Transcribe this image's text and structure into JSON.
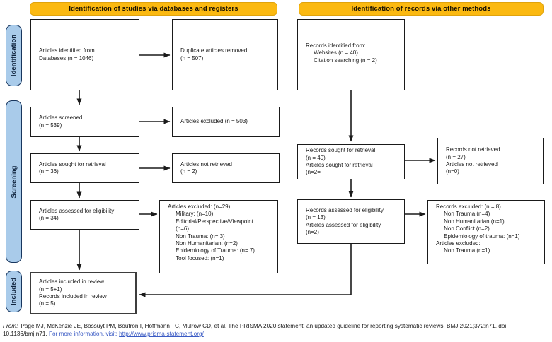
{
  "headers": {
    "databases": "Identification of studies via databases and registers",
    "other": "Identification of records via other methods"
  },
  "sidebar": {
    "identification": "Identification",
    "screening": "Screening",
    "included": "Included"
  },
  "boxes": {
    "db_identified": [
      "Articles identified from",
      "Databases (n = 1046)"
    ],
    "duplicates_removed": [
      "Duplicate articles removed",
      "(n = 507)"
    ],
    "articles_screened": [
      "Articles screened",
      "(n = 539)"
    ],
    "articles_excluded_screening": [
      "Articles excluded (n = 503)"
    ],
    "articles_sought": [
      "Articles sought for retrieval",
      "(n = 36)"
    ],
    "articles_not_retrieved": [
      "Articles not retrieved",
      "(n = 2)"
    ],
    "articles_assessed": [
      "Articles assessed for eligibility",
      "(n = 34)"
    ],
    "articles_excluded_eligibility": [
      "Articles excluded: (n=29)",
      "     Military: (n=10)",
      "     Editorial/Perspective/Viewpoint",
      "     (n=6)",
      "     Non Trauma: (n= 3)",
      "     Non Humanitarian: (n=2)",
      "     Epidemiology of Trauma: (n= 7)",
      "     Tool focused: (n=1)"
    ],
    "included_review": [
      "Articles included in review",
      "(n = 5+1)",
      "Records included in review",
      "(n = 5)"
    ],
    "records_identified": [
      "Records identified from:",
      "     Websites (n = 40)",
      "     Citation searching (n = 2)"
    ],
    "records_sought": [
      "Records sought for retrieval",
      "(n = 40)",
      "Articles sought for retrieval",
      "(n=2="
    ],
    "records_not_retrieved": [
      "Records not retrieved",
      "(n = 27)",
      "Articles not retrieved",
      "(n=0)"
    ],
    "records_assessed": [
      "Records assessed for eligibility",
      "(n = 13)",
      "Articles assessed for eligibility",
      "(n=2)"
    ],
    "records_excluded": [
      "Records excluded: (n = 8)",
      "     Non Trauma (n=4)",
      "     Non Humanitarian (n=1)",
      "     Non Conflict (n=2)",
      "     Epidemiology of trauma: (n=1)",
      "Articles excluded:",
      "     Non Trauma (n=1)"
    ]
  },
  "footer": {
    "from_label": "From:",
    "citation": "Page MJ, McKenzie JE, Bossuyt PM, Boutron I, Hoffmann TC, Mulrow CD, et al. The PRISMA 2020 statement: an updated guideline for reporting systematic reviews. BMJ 2021;372:n71. doi: 10.1136/bmj.n71. ",
    "more_info": "For more information, visit: ",
    "link": "http://www.prisma-statement.org/"
  },
  "colors": {
    "header_bg": "#FBB911",
    "sidebar_bg": "#A9CBEA",
    "sidebar_border": "#18365E",
    "footer_blue": "#3B5BC4",
    "box_border": "#1a1a1a"
  }
}
